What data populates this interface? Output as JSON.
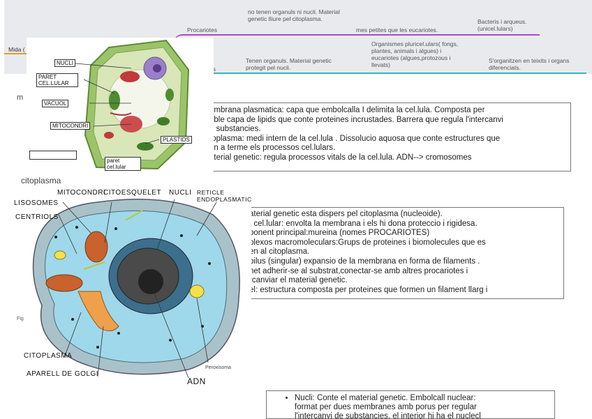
{
  "top_map": {
    "row1": {
      "procariotes_label": "Procariotes",
      "no_nucli": "no tenen organuls ni nucli. Material genetic lliure pel citoplasma.",
      "mes_petites": "mes petites que les eucariotes.",
      "bacteris": "Bacteris i arqueus. (unicel.lulars)"
    },
    "row2": {
      "mida": "Mida (",
      "eucariotes_label": "os",
      "tenen": "Tenen organuls. Material genetic protegit pel nucli.",
      "organismes": "Organismes pluricel.ulars( fongs, plantes, animals i algues) i eucariotes (algues,protozous i llevats)",
      "organitzen": "S'organitzen en teixits i organs diferenciats."
    },
    "left_fragment": "m"
  },
  "plant_cell": {
    "labels": [
      "NUCLI",
      "PARET CEL.LULAR",
      "VACUOL",
      "MITOCONDRI",
      "",
      "PLASTIDS",
      "paret cel.lular"
    ]
  },
  "note1": {
    "lines": [
      "embrana plasmatica: capa que embolcalla I delimita la cel.lula. Composta per",
      "oble capa de lipids que conte proteines incrustades. Barrera que regula l'intercanvi",
      "e substancies.",
      "toplasma: medi intern de la cel.lula . Dissolucio aquosa que conte estructures que",
      "en a terme els processos cel.lulars.",
      "aterial genetic: regula processos vitals de la cel.lula. ADN--> cromosomes"
    ]
  },
  "citoplasma_caption": "citoplasma",
  "animal_cell": {
    "top_labels": [
      "MITOCONDRI",
      "CITOESQUELET",
      "NUCLI",
      "RETICLE ENDOPLASMATIC"
    ],
    "left_labels": [
      "LISOSOMES",
      "CENTRIOLS"
    ],
    "bottom_labels": [
      "CITOPLASMA",
      "APARELL DE GOLGI",
      "ADN"
    ],
    "side_small": "Fig",
    "peroxisoma": "Peroxisoma"
  },
  "note2": {
    "lines": [
      "aterial genetic esta dispers pel citoplasma (nucleoide).",
      "t cel.lular: envolta la membrana i els hi dona proteccio i rigidesa.",
      "ponent principal:mureina (nomes PROCARIOTES)",
      "plexos macromoleculars:Grups de proteines i biomolecules que es",
      "en al citoplasma.",
      "pilus (singular) expansio de la membrana en forma de filaments .",
      "net adherir-se al substrat,conectar-se amb altres procariotes i",
      "rcanviar el material genetic.",
      "el: estructura composta per proteines que formen un filament llarg i"
    ]
  },
  "note3": {
    "lines": [
      "Nucli: Conte el material genetic. Embolcall nuclear:",
      "format per dues membranes  amb porus per regular",
      "l'intercanvi de substancies, el interior hi ha el nuclecl"
    ]
  }
}
